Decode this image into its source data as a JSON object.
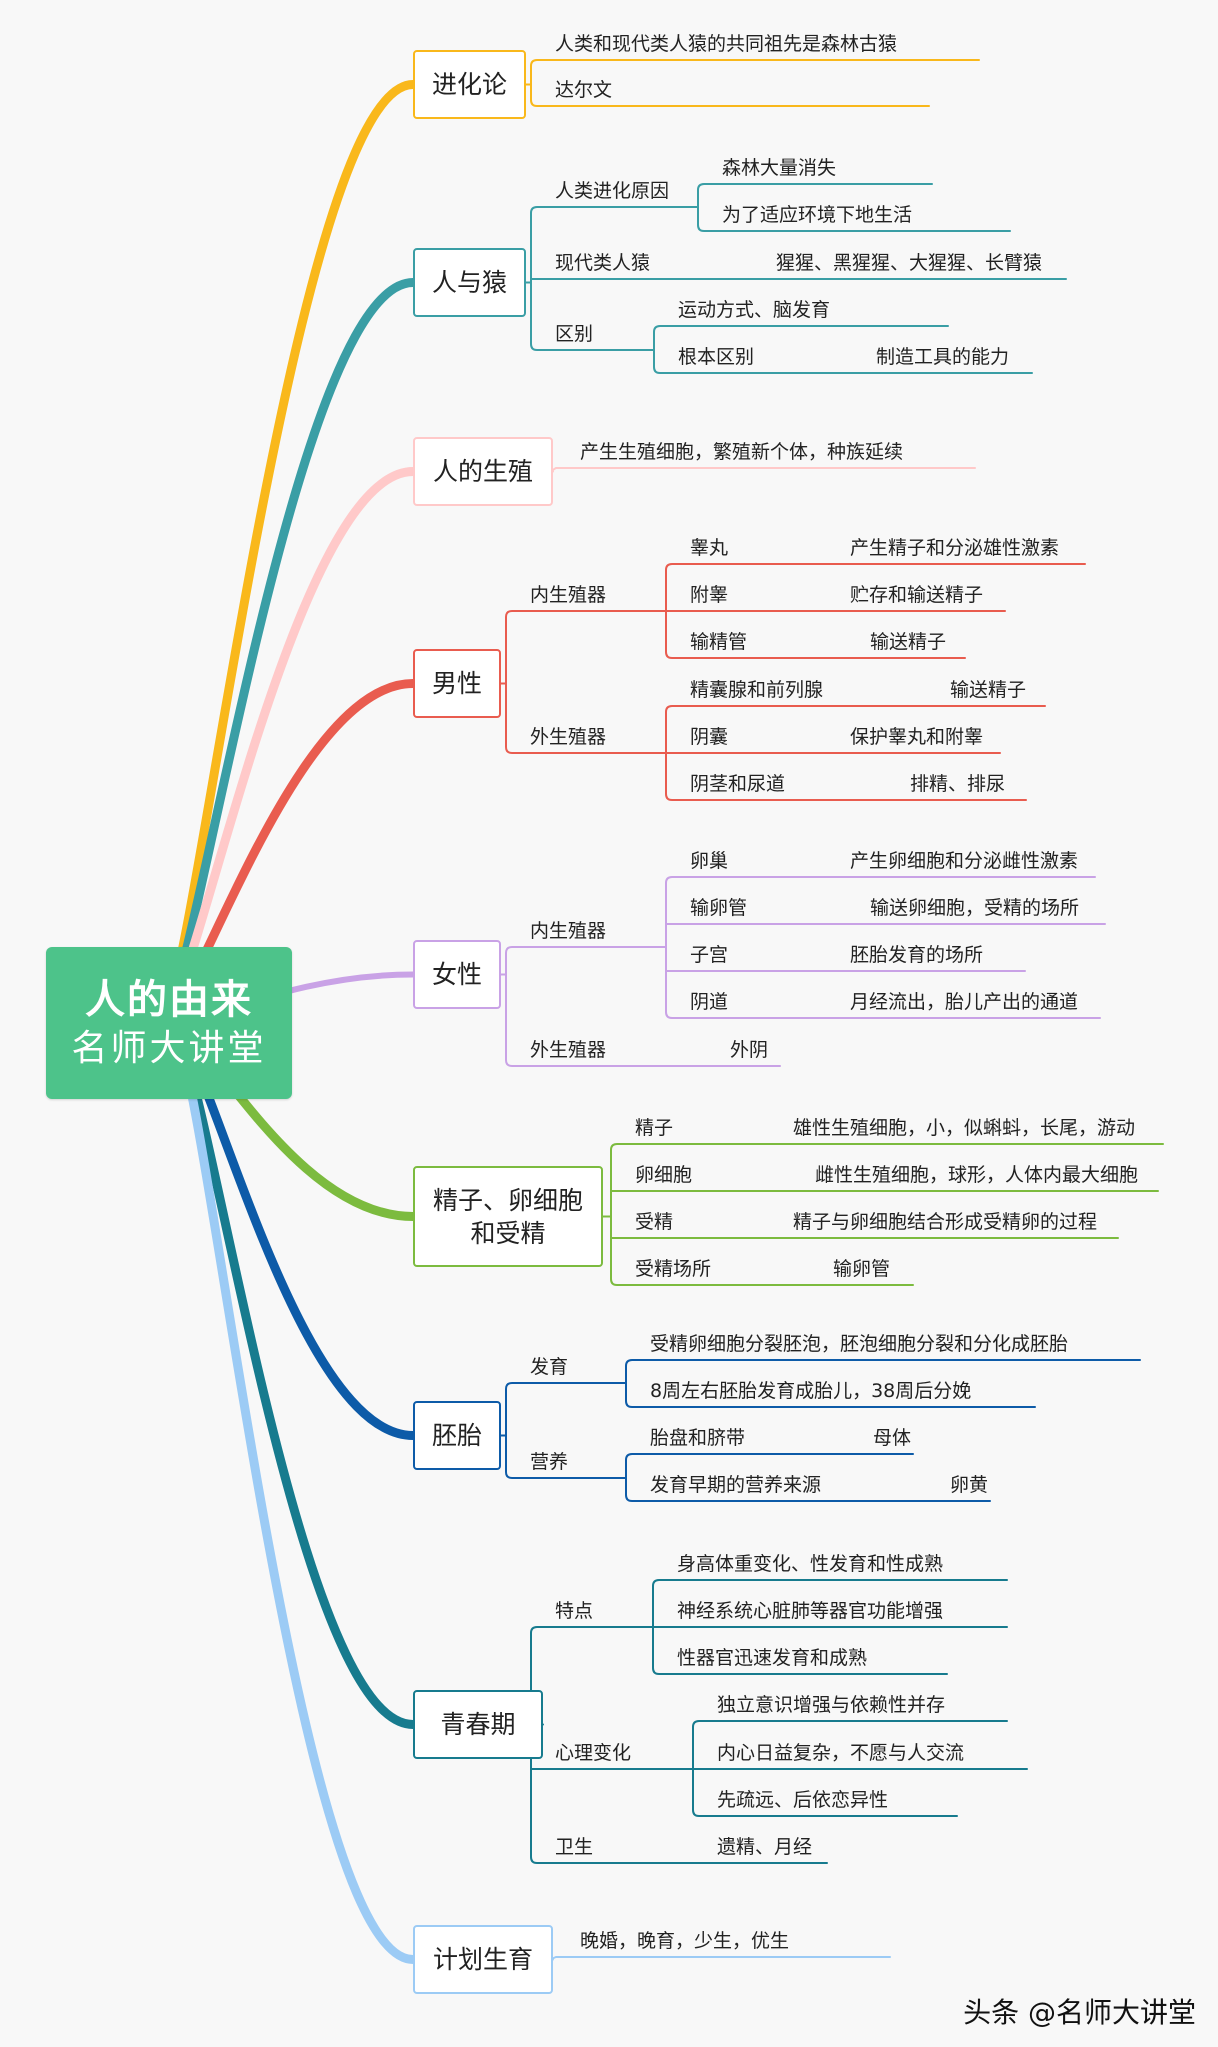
{
  "center": {
    "title": "人的由来",
    "subtitle": "名师大讲堂",
    "color": "#4dc38a"
  },
  "watermark": "头条 @名师大讲堂",
  "branches": [
    {
      "id": "evolution",
      "label": "进化论",
      "color": "#f9b81b",
      "items": [
        {
          "label": "人类和现代类人猿的共同祖先是森林古猿"
        },
        {
          "label": "达尔文"
        }
      ]
    },
    {
      "id": "human-ape",
      "label": "人与猿",
      "color": "#3a9ea5",
      "items": [
        {
          "label": "人类进化原因",
          "children": [
            {
              "label": "森林大量消失"
            },
            {
              "label": "为了适应环境下地生活"
            }
          ]
        },
        {
          "label": "现代类人猿",
          "detail": "猩猩、黑猩猩、大猩猩、长臂猿"
        },
        {
          "label": "区别",
          "children": [
            {
              "label": "运动方式、脑发育"
            },
            {
              "label": "根本区别",
              "detail": "制造工具的能力"
            }
          ]
        }
      ]
    },
    {
      "id": "reproduction",
      "label": "人的生殖",
      "color": "#ffc9c9",
      "items": [
        {
          "label": "产生生殖细胞，繁殖新个体，种族延续"
        }
      ]
    },
    {
      "id": "male",
      "label": "男性",
      "color": "#e95c4f",
      "items": [
        {
          "label": "内生殖器",
          "children": [
            {
              "label": "睾丸",
              "detail": "产生精子和分泌雄性激素"
            },
            {
              "label": "附睾",
              "detail": "贮存和输送精子"
            },
            {
              "label": "输精管",
              "detail": "输送精子"
            }
          ]
        },
        {
          "label": "外生殖器",
          "children": [
            {
              "label": "精囊腺和前列腺",
              "detail": "输送精子"
            },
            {
              "label": "阴囊",
              "detail": "保护睾丸和附睾"
            },
            {
              "label": "阴茎和尿道",
              "detail": "排精、排尿"
            }
          ]
        }
      ]
    },
    {
      "id": "female",
      "label": "女性",
      "color": "#c9a2e6",
      "items": [
        {
          "label": "内生殖器",
          "children": [
            {
              "label": "卵巢",
              "detail": "产生卵细胞和分泌雌性激素"
            },
            {
              "label": "输卵管",
              "detail": "输送卵细胞，受精的场所"
            },
            {
              "label": "子宫",
              "detail": "胚胎发育的场所"
            },
            {
              "label": "阴道",
              "detail": "月经流出，胎儿产出的通道"
            }
          ]
        },
        {
          "label": "外生殖器",
          "detail": "外阴"
        }
      ]
    },
    {
      "id": "fertilization",
      "label": "精子、卵细胞\n和受精",
      "color": "#7cbb3f",
      "items": [
        {
          "label": "精子",
          "detail": "雄性生殖细胞，小，似蝌蚪，长尾，游动"
        },
        {
          "label": "卵细胞",
          "detail": "雌性生殖细胞，球形，人体内最大细胞"
        },
        {
          "label": "受精",
          "detail": "精子与卵细胞结合形成受精卵的过程"
        },
        {
          "label": "受精场所",
          "detail": "输卵管"
        }
      ]
    },
    {
      "id": "embryo",
      "label": "胚胎",
      "color": "#0d5ba8",
      "items": [
        {
          "label": "发育",
          "children": [
            {
              "label": "受精卵细胞分裂胚泡，胚泡细胞分裂和分化成胚胎"
            },
            {
              "label": "8周左右胚胎发育成胎儿，38周后分娩"
            }
          ]
        },
        {
          "label": "营养",
          "children": [
            {
              "label": "胎盘和脐带",
              "detail": "母体"
            },
            {
              "label": "发育早期的营养来源",
              "detail": "卵黄"
            }
          ]
        }
      ]
    },
    {
      "id": "puberty",
      "label": "青春期",
      "color": "#177b8e",
      "items": [
        {
          "label": "特点",
          "children": [
            {
              "label": "身高体重变化、性发育和性成熟"
            },
            {
              "label": "神经系统心脏肺等器官功能增强"
            },
            {
              "label": "性器官迅速发育和成熟"
            }
          ]
        },
        {
          "label": "心理变化",
          "children": [
            {
              "label": "独立意识增强与依赖性并存"
            },
            {
              "label": "内心日益复杂，不愿与人交流"
            },
            {
              "label": "先疏远、后依恋异性"
            }
          ]
        },
        {
          "label": "卫生",
          "detail": "遗精、月经"
        }
      ]
    },
    {
      "id": "family-planning",
      "label": "计划生育",
      "color": "#9ccbf5",
      "items": [
        {
          "label": "晚婚，晚育，少生，优生"
        }
      ]
    }
  ]
}
